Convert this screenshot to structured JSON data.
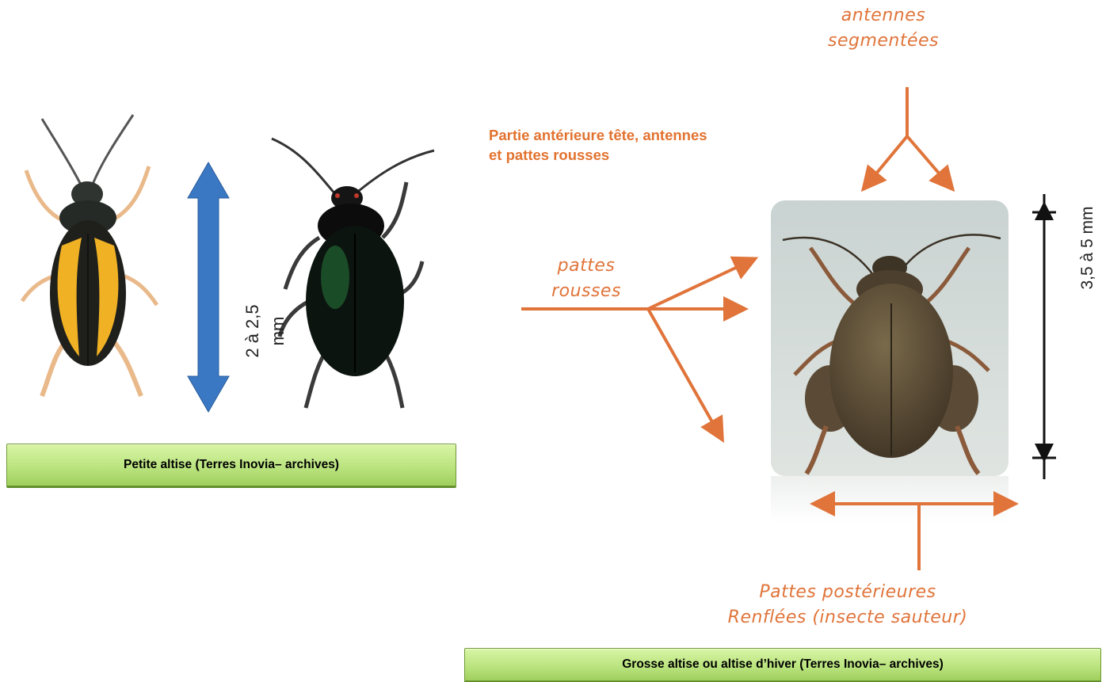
{
  "left_panel": {
    "caption": "Petite altise (Terres Inovia– archives)",
    "size_label": "2 à 2,5 mm"
  },
  "right_panel": {
    "label_antennes": "antennes\nsegmentées",
    "label_front": "Partie antérieure tête, antennes\net pattes rousses",
    "label_pattes": "pattes\nrousses",
    "label_posterieures": "Pattes postérieures\nRenflées (insecte sauteur)",
    "size_label": "3,5 à 5 mm",
    "caption": "Grosse altise ou altise d’hiver (Terres Inovia– archives)"
  },
  "colors": {
    "annotation_orange": "#e0743a",
    "caption_green": "#b8e27c",
    "size_arrow_blue": "#3b78c3"
  }
}
